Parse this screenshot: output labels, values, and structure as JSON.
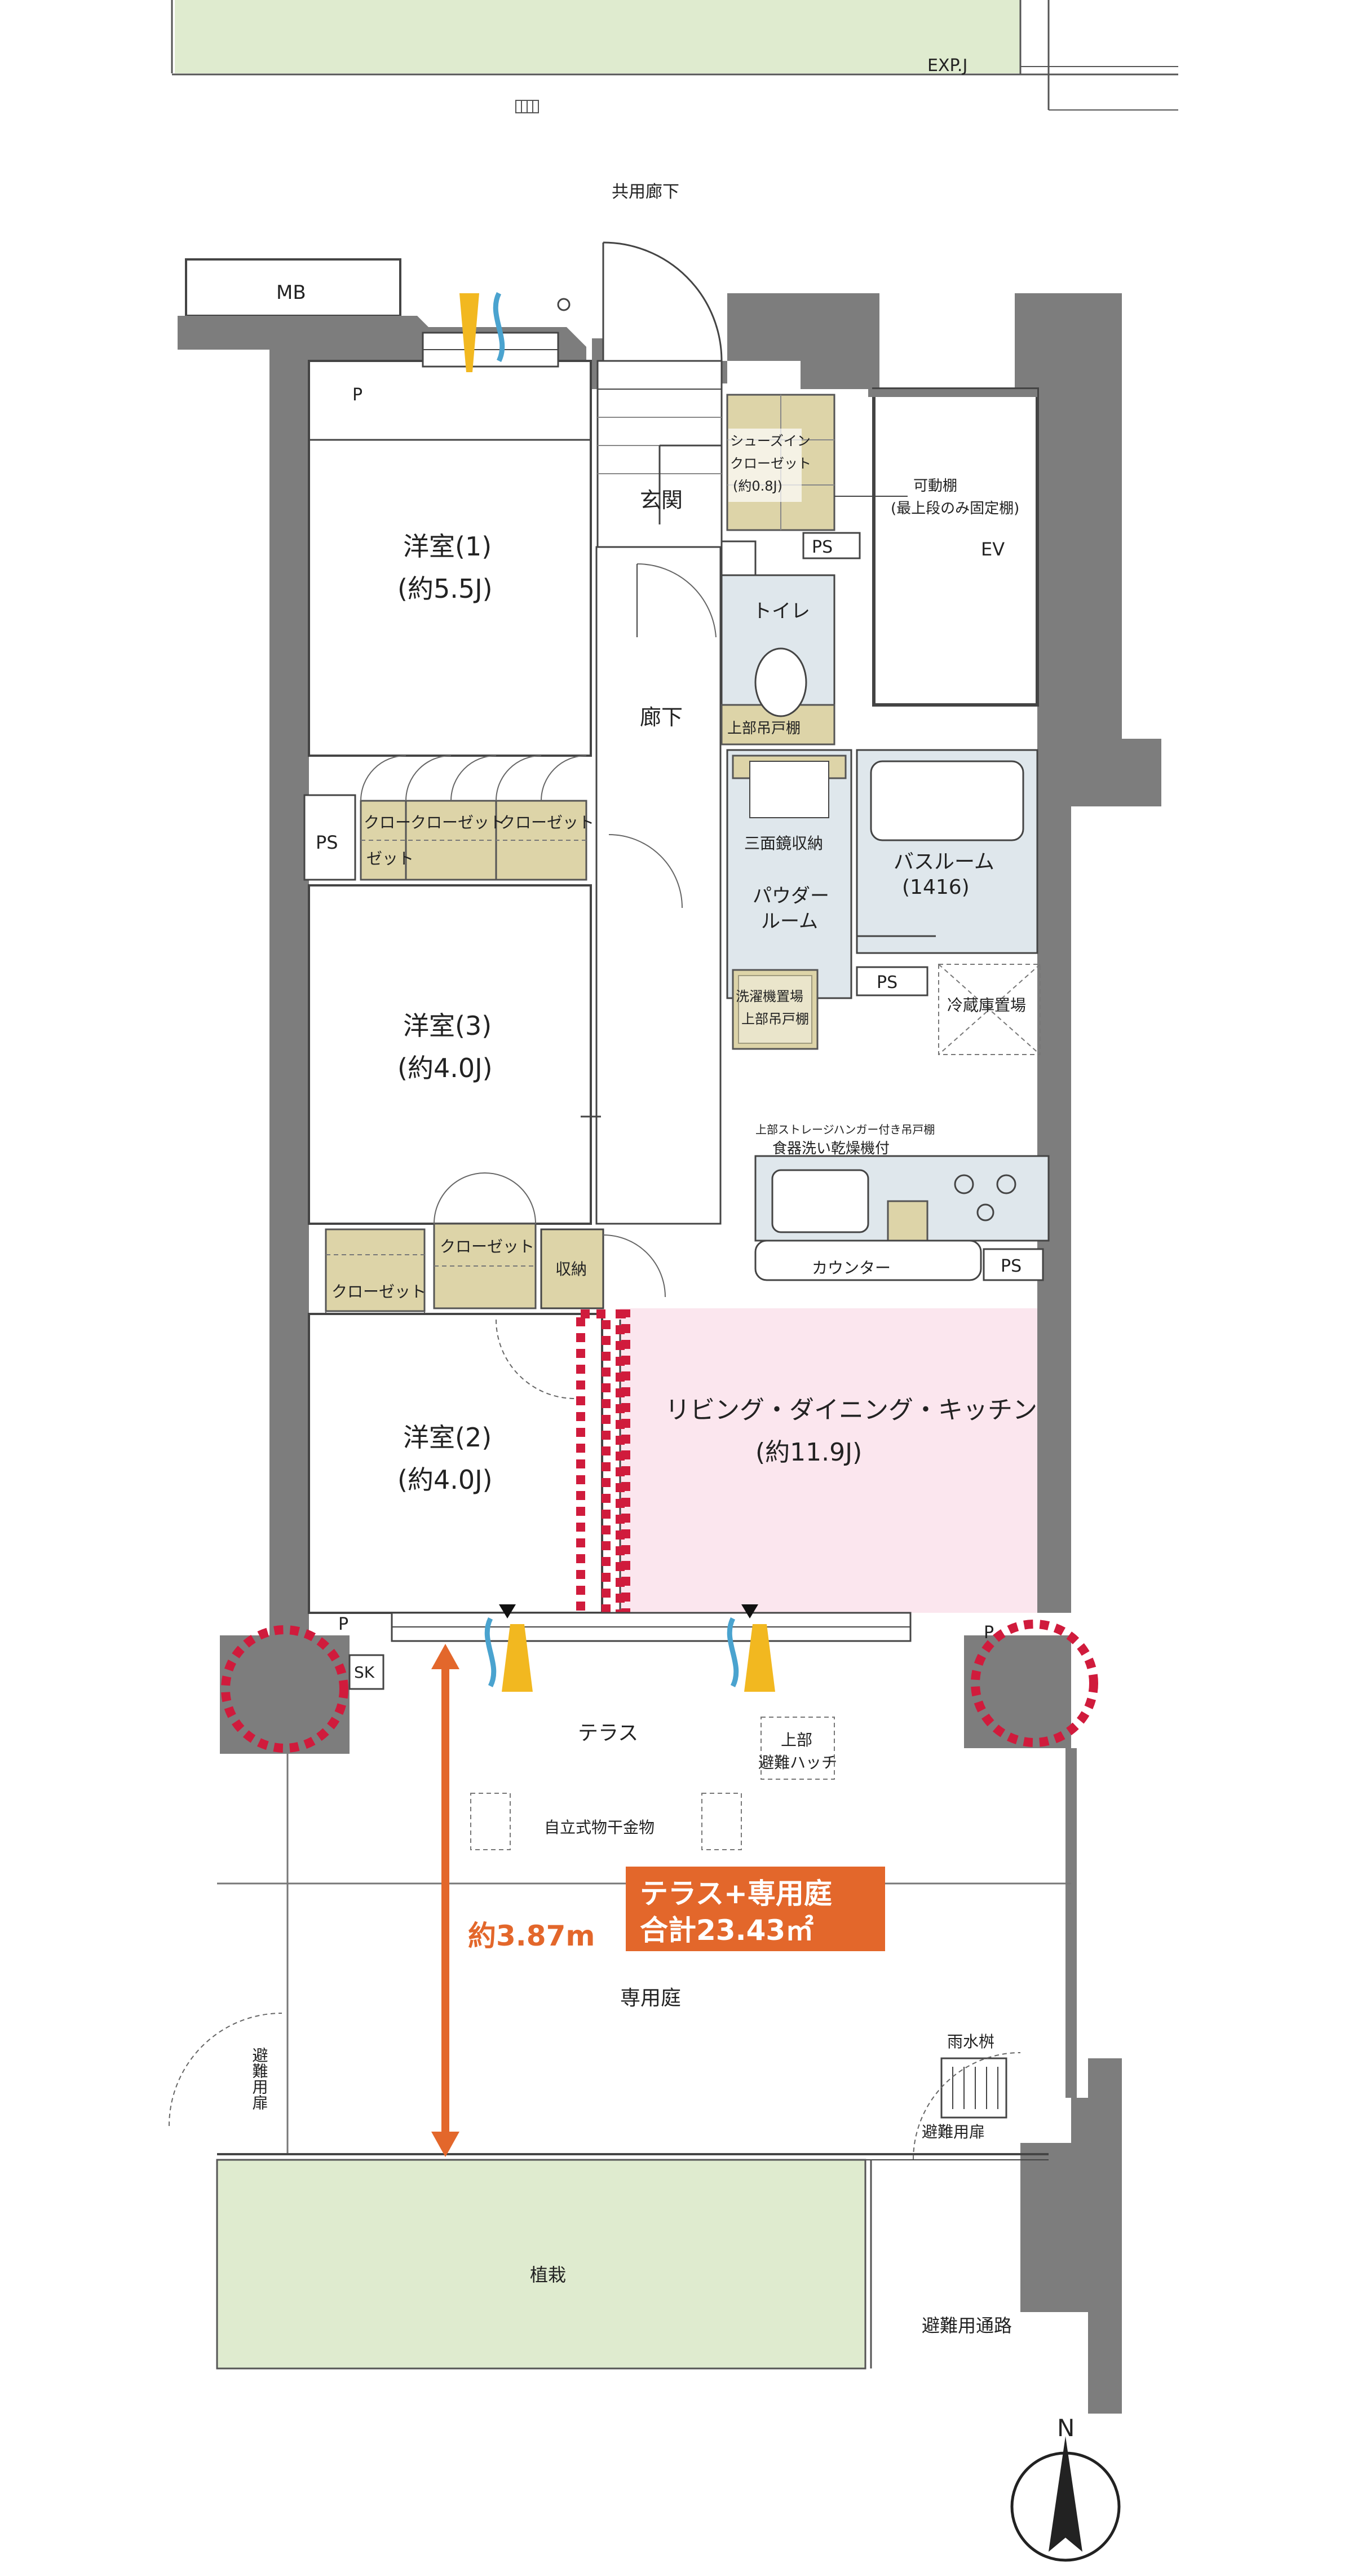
{
  "labels": {
    "exp_j": "EXP.J",
    "shared_corridor": "共用廊下",
    "mb": "MB",
    "p": "P",
    "ps": "PS",
    "ev": "EV",
    "room1_name": "洋室(1)",
    "room1_size": "(約5.5J)",
    "room3_name": "洋室(3)",
    "room3_size": "(約4.0J)",
    "room2_name": "洋室(2)",
    "room2_size": "(約4.0J)",
    "entrance": "玄関",
    "corridor": "廊下",
    "shoes_closet_1": "シューズイン",
    "shoes_closet_2": "クローゼット",
    "shoes_closet_3": "(約0.8J)",
    "movable_shelf_1": "可動棚",
    "movable_shelf_2": "(最上段のみ固定棚)",
    "toilet": "トイレ",
    "upper_cabinet": "上部吊戸棚",
    "closet": "クローゼット",
    "closet_short_1": "クロー",
    "closet_short_2": "ゼット",
    "mirror_storage": "三面鏡収納",
    "bathroom": "バスルーム",
    "bathroom_size": "(1416)",
    "powder_room_1": "パウダー",
    "powder_room_2": "ルーム",
    "washer_space": "洗濯機置場",
    "fridge_space": "冷蔵庫置場",
    "upper_storage_hanger": "上部ストレージハンガー付き吊戸棚",
    "dishwasher": "食器洗い乾燥機付",
    "counter": "カウンター",
    "storage": "収納",
    "ldk_name": "リビング・ダイニング・キッチン",
    "ldk_size": "(約11.9J)",
    "sk": "SK",
    "terrace": "テラス",
    "hatch_1": "上部",
    "hatch_2": "避難ハッチ",
    "dryer": "自立式物干金物",
    "private_garden": "専用庭",
    "evac_door_vertical": "避難用扉",
    "rain_pit": "雨水桝",
    "evac_door": "避難用扉",
    "planting": "植栽",
    "evac_path": "避難用通路",
    "north": "N"
  },
  "badge": {
    "line1": "テラス+専用庭",
    "line2": "合計23.43㎡",
    "color": "#e3672b"
  },
  "dimension": {
    "label": "約3.87m",
    "color": "#e3672b"
  },
  "colors": {
    "wall": "#7d7d7d",
    "storage": "#ddd4a8",
    "wet_area": "#dfe7ec",
    "green": "#dfebcf",
    "ldk": "#fbe6ee",
    "highlight": "#d01b3c",
    "airflow_yellow": "#f2b820",
    "airflow_blue": "#4aa3cf"
  }
}
